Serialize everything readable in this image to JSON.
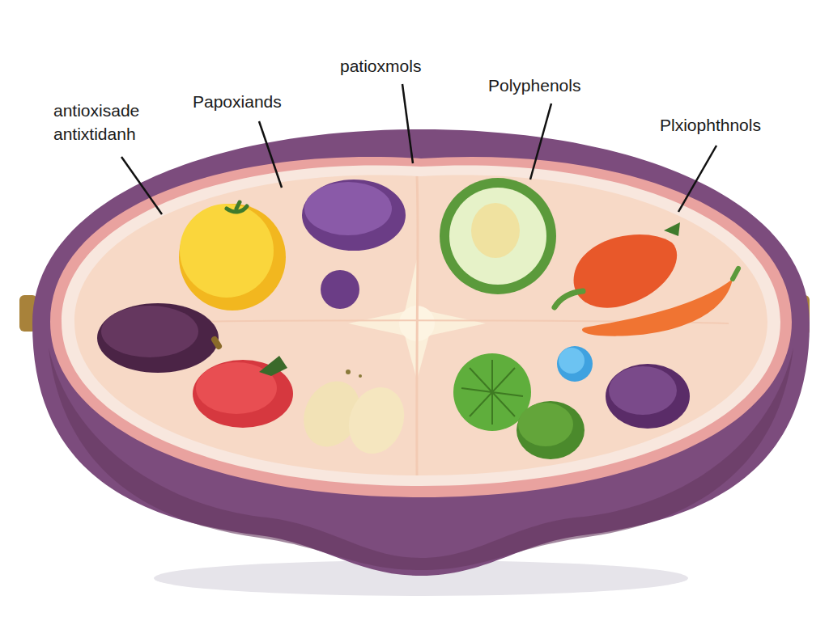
{
  "diagram": {
    "labels": [
      "antioxisade antixtidanh",
      "Papoxiands",
      "patioxmols",
      "Polyphenols",
      "Plxiophthnols"
    ]
  }
}
